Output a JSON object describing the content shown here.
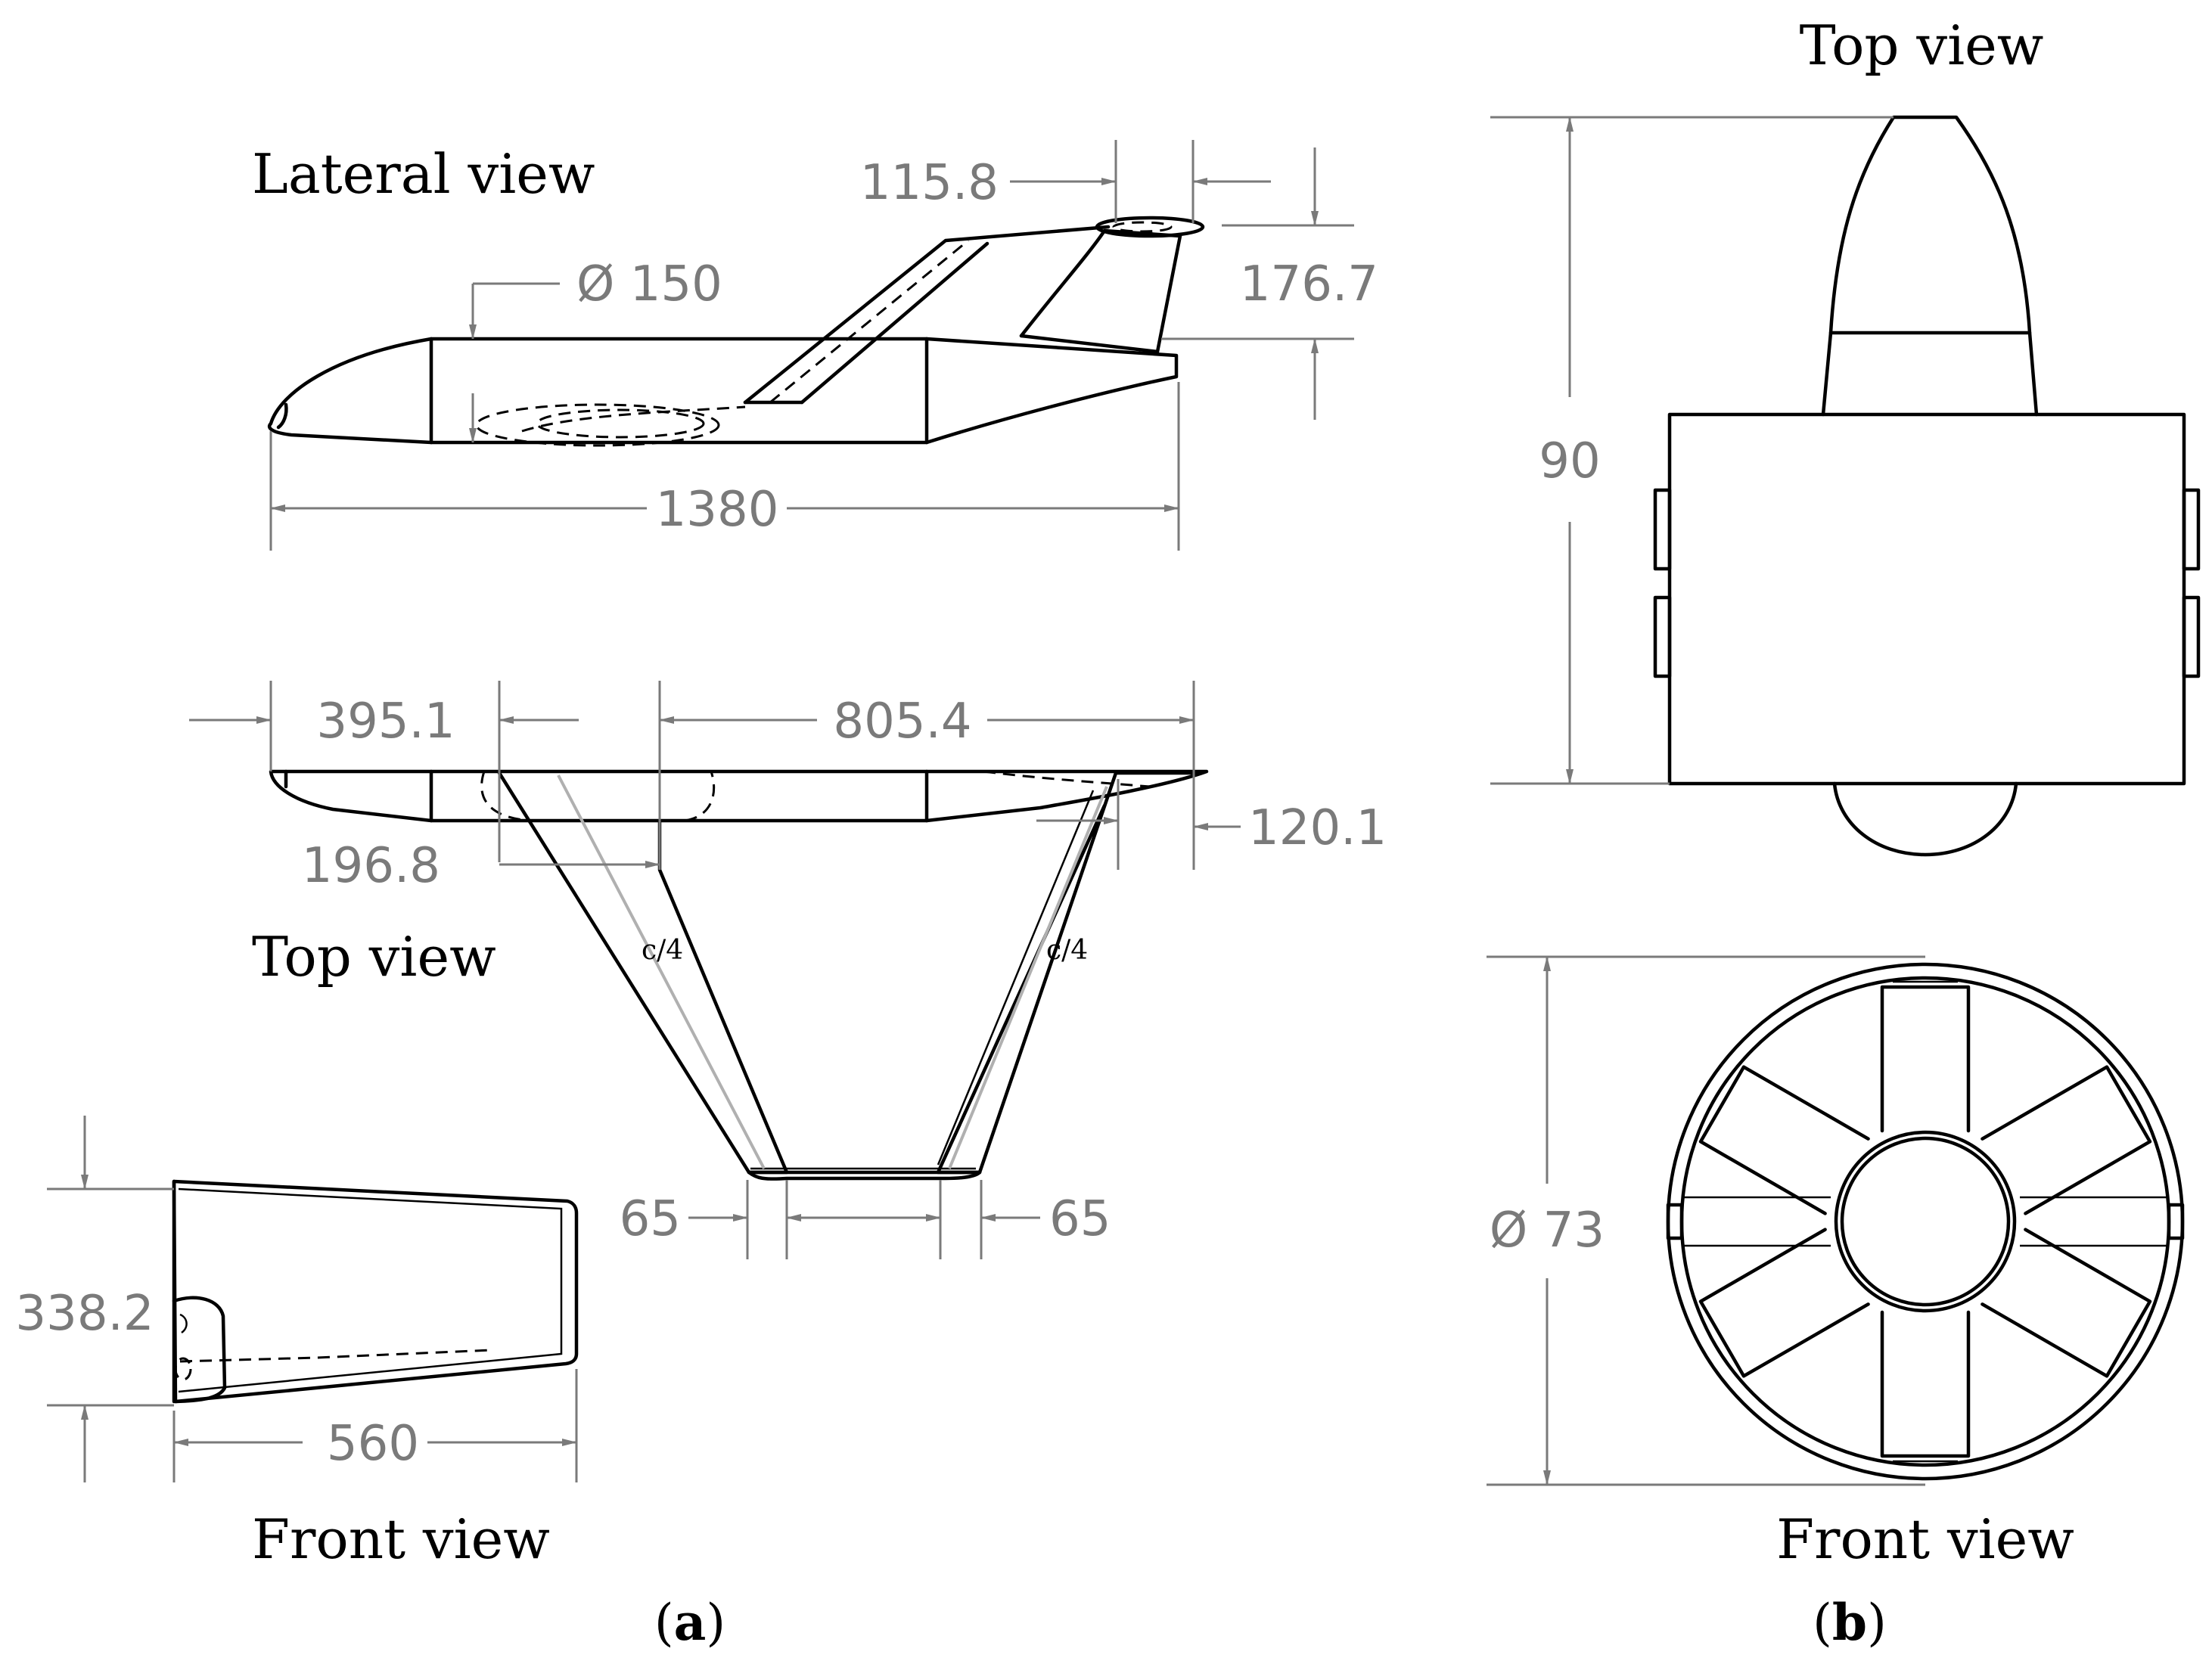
{
  "panel_a": {
    "caption_open": "(",
    "caption_letter": "a",
    "caption_close": ")",
    "views": {
      "lateral": "Lateral view",
      "top": "Top view",
      "front": "Front view"
    },
    "dimensions": {
      "fuselage_diameter": "Ø 150",
      "fuselage_length": "1380",
      "tail_tip_chord": "115.8",
      "tail_height": "176.7",
      "nose_to_wing": "395.1",
      "wing_root_chord": "196.8",
      "semi_span": "805.4",
      "tail_root": "120.1",
      "tip_left": "65",
      "tip_right": "65",
      "front_height": "338.2",
      "front_width": "560"
    },
    "quarter_chord_left": "c/4",
    "quarter_chord_right": "c/4"
  },
  "panel_b": {
    "caption_open": "(",
    "caption_letter": "b",
    "caption_close": ")",
    "views": {
      "top": "Top view",
      "front": "Front view"
    },
    "dimensions": {
      "length": "90",
      "diameter": "Ø 73"
    }
  }
}
